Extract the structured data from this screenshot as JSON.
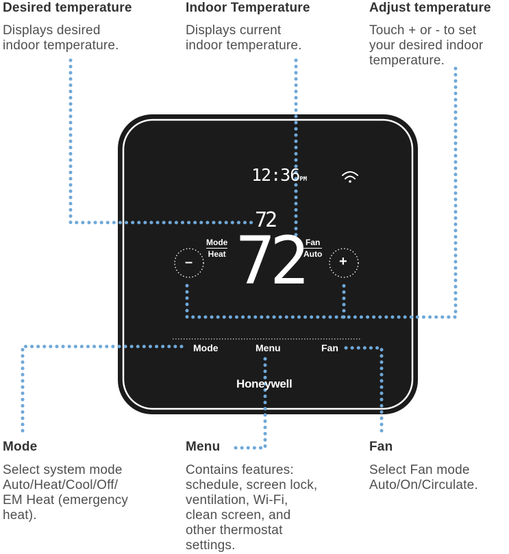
{
  "callouts": {
    "desired": {
      "title": "Desired temperature",
      "desc": "Displays desired\nindoor temperature."
    },
    "indoor": {
      "title": "Indoor Temperature",
      "desc": "Displays current\nindoor temperature."
    },
    "adjust": {
      "title": "Adjust temperature",
      "desc": "Touch + or - to set\nyour desired indoor\ntemperature."
    },
    "mode": {
      "title": "Mode",
      "desc": "Select system mode\nAuto/Heat/Cool/Off/\nEM Heat (emergency\nheat)."
    },
    "menu": {
      "title": "Menu",
      "desc": "Contains features:\nschedule, screen lock,\nventilation, Wi-Fi,\nclean screen, and\nother thermostat\nsettings."
    },
    "fan": {
      "title": "Fan",
      "desc": "Select Fan mode\nAuto/On/Circulate."
    }
  },
  "device": {
    "clock": "12:36",
    "clock_suffix": "PM",
    "setpoint": "72",
    "indoor_temp": "72",
    "mode_label": "Mode",
    "mode_value": "Heat",
    "fan_label": "Fan",
    "fan_value": "Auto",
    "minus_symbol": "–",
    "plus_symbol": "+",
    "buttons": {
      "mode": "Mode",
      "menu": "Menu",
      "fan": "Fan"
    },
    "brand": "Honeywell",
    "wifi_icon": "wifi-icon"
  },
  "colors": {
    "dot": "#6fa8d8",
    "device": "#1b1b1b"
  }
}
